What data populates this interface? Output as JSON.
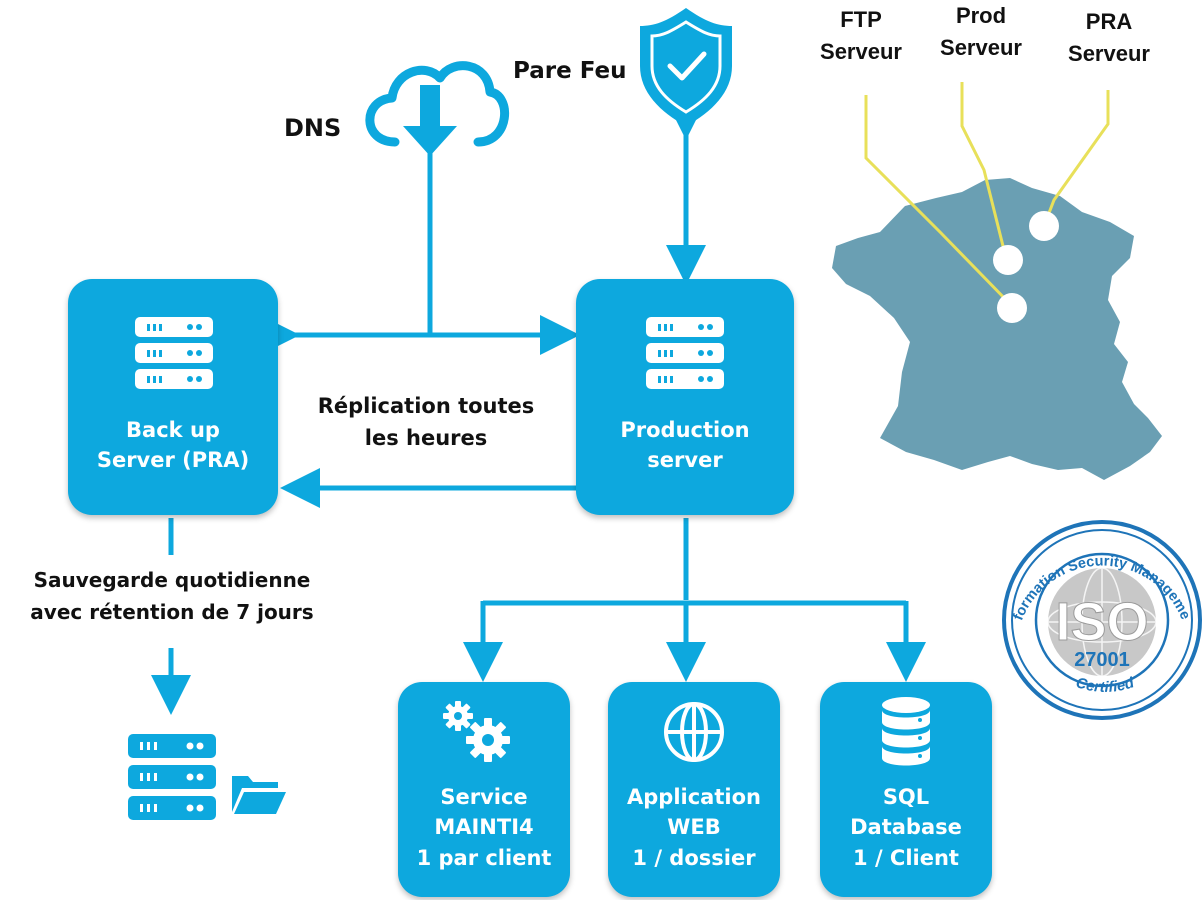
{
  "labels": {
    "dns": "DNS",
    "firewall": "Pare Feu",
    "replication_line1": "Réplication toutes",
    "replication_line2": "les heures",
    "backup_desc_line1": "Sauvegarde quotidienne",
    "backup_desc_line2": "avec rétention de 7 jours"
  },
  "map_labels": {
    "ftp": [
      "FTP",
      "Serveur"
    ],
    "prod": [
      "Prod",
      "Serveur"
    ],
    "pra": [
      "PRA",
      "Serveur"
    ]
  },
  "boxes": {
    "backup": [
      "Back up",
      "Server (PRA)"
    ],
    "production": [
      "Production",
      "server"
    ],
    "service": [
      "Service",
      "MAINTI4",
      "1 par client"
    ],
    "application": [
      "Application",
      "WEB",
      "1 / dossier"
    ],
    "sql": [
      "SQL",
      "Database",
      "1 / Client"
    ]
  },
  "iso_badge": {
    "arc_text": "Information Security Management",
    "iso": "ISO",
    "number": "27001",
    "certified": "Certified"
  },
  "colors": {
    "accent": "#0da8de",
    "map": "#6a9fb3",
    "pin_line": "#e8e05a",
    "badge": "#1e74b8"
  },
  "icons": [
    "cloud-download-icon",
    "shield-check-icon",
    "server-icon",
    "folder-icon",
    "gears-icon",
    "globe-icon",
    "database-icon"
  ]
}
